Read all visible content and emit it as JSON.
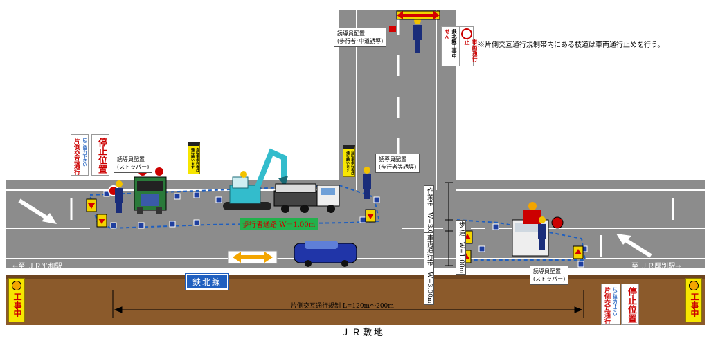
{
  "note": "※片側交互通行規制帯内にある枝道は車両通行止めを行う。",
  "guide_labels": {
    "top": [
      "誘導員配置",
      "(歩行者･中道誘導)"
    ],
    "left": [
      "誘導員配置",
      "(ストッパー)"
    ],
    "middle": [
      "誘導員配置",
      "(歩行者等誘導)"
    ],
    "right": [
      "誘導員配置",
      "(ストッパー)"
    ]
  },
  "pedestrian_path": "歩行者通路 W＝1.00m",
  "lane_labels": {
    "work_zone": "作業帯",
    "work_zone_w": "W=3.00m",
    "sidewalk": "歩 道",
    "sidewalk_w": "W=1.00m",
    "traffic_lane": "車両通行帯",
    "traffic_lane_w": "W=3.00m"
  },
  "direction_left": "←至 ＪＲ平和駅",
  "direction_right": "至 ＪＲ厚別駅→",
  "railway_sign": "鉄北線",
  "regulation": "片側交互通行規制 L=120m～200m",
  "rail_land": "ＪＲ敷地",
  "signs": {
    "stop_position": "停止位置",
    "one_way": "片側交互通行",
    "one_way_sub": "にご協力下さい",
    "under_construction": "工事中",
    "road_closed": "車両通行止",
    "railway_work": "鉄北線工事中",
    "detour": "通り抜けできません",
    "bike_notice": "自転車歩行者は通行願います"
  },
  "colors": {
    "road": "#8c8c8c",
    "ground": "#8b5a2b",
    "sign_blue": "#1f5fbf",
    "path_green": "#22b14c",
    "excavator": "#33bccc"
  }
}
